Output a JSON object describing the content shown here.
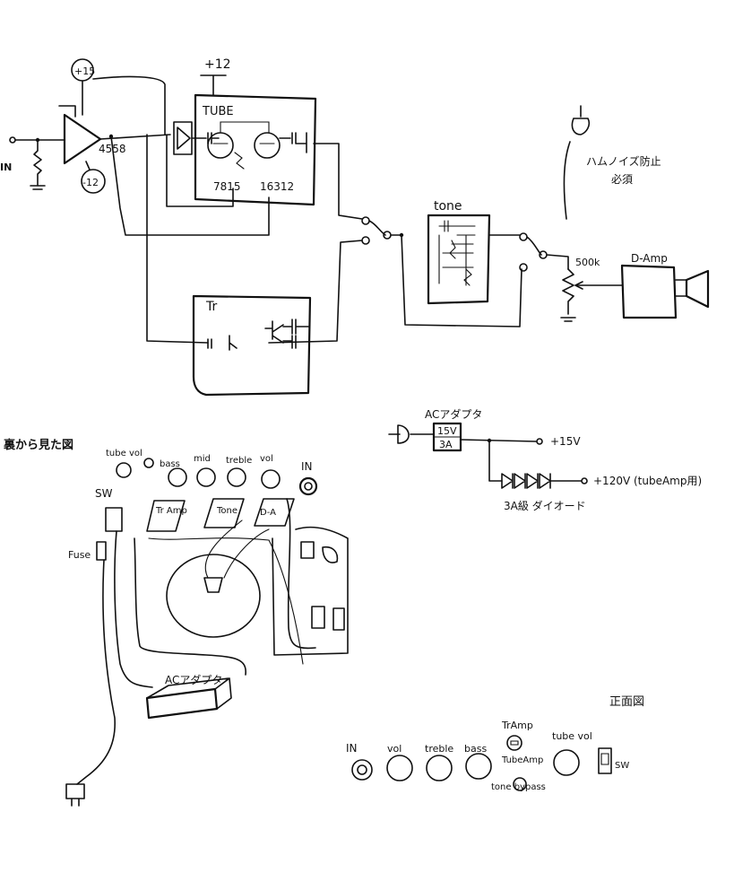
{
  "schematic": {
    "labels": {
      "plus_15": "+15",
      "minus_12": "-12",
      "opamp": "4558",
      "plus_12": "+12",
      "tube_box": "TUBE",
      "reg1": "7815",
      "reg2": "16312",
      "tone_box": "tone",
      "tr_box": "Tr",
      "pot": "500k",
      "d_amp": "D-Amp",
      "hum_note_line1": "ハムノイズ防止",
      "hum_note_line2": "必須",
      "input_label": "IN"
    }
  },
  "power_supply": {
    "adapter_title": "ACアダプタ",
    "adapter_rating_v": "15V",
    "adapter_rating_a": "3A",
    "out_15v": "+15V",
    "out_120v": "+120V (tubeAmp用)",
    "diode_note": "3A級 ダイオード"
  },
  "layout_view": {
    "title": "裏から見た図",
    "knobs": [
      "tube vol",
      "bass",
      "mid",
      "treble",
      "vol",
      "IN"
    ],
    "switch": "SW",
    "fuse": "Fuse",
    "boards": [
      "Tr Amp",
      "Tone",
      "D-A"
    ],
    "adapter": "ACアダプタ"
  },
  "front_view": {
    "title": "正面図",
    "controls": [
      "IN",
      "vol",
      "treble",
      "bass",
      "TrAmp",
      "TubeAmp",
      "tube vol",
      "SW"
    ],
    "bypass_label": "tone bypass"
  }
}
